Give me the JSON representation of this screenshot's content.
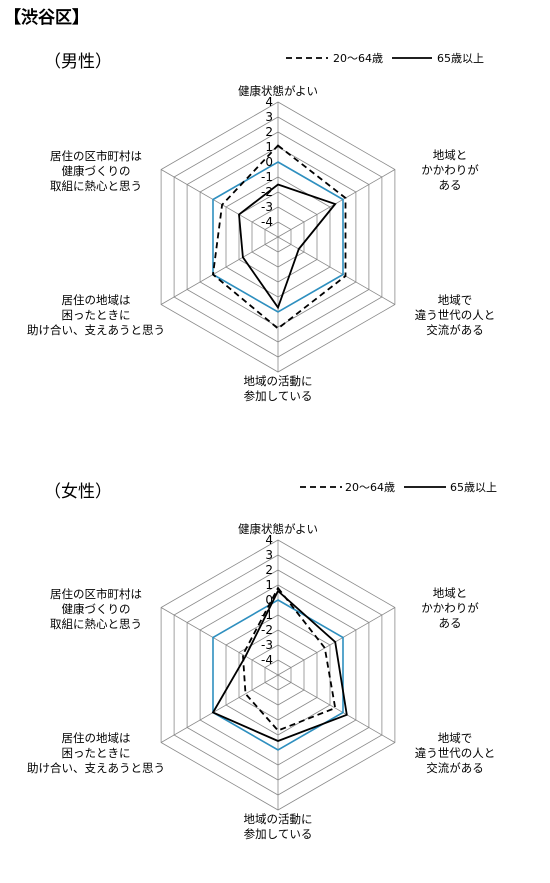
{
  "page_title": "【渋谷区】",
  "chart_data": [
    {
      "type": "radar",
      "title": "（男性）",
      "axes": [
        "健康状態がよい",
        "地域とかかわりがある",
        "地域で違う世代の人と交流がある",
        "地域の活動に参加している",
        "居住の地域は困ったときに助け合い、支えあうと思う",
        "居住の区市町村は健康づくりの取組に熱心と思う"
      ],
      "axis_label_lines": [
        [
          "健康状態がよい"
        ],
        [
          "地域と",
          "かかわりが",
          "ある"
        ],
        [
          "地域で",
          "違う世代の人と",
          "交流がある"
        ],
        [
          "地域の活動に",
          "参加している"
        ],
        [
          "居住の地域は",
          "困ったときに",
          "助け合い、支えあうと思う"
        ],
        [
          "居住の区市町村は",
          "健康づくりの",
          "取組に熱心と思う"
        ]
      ],
      "ticks": [
        "4",
        "3",
        "2",
        "1",
        "0",
        "-1",
        "-2",
        "-3",
        "-4"
      ],
      "range": [
        -5,
        4
      ],
      "reference": {
        "value": 0,
        "color": "#2e8fbf"
      },
      "series": [
        {
          "name": "20〜64歳",
          "style": "dashed",
          "values": [
            1.1,
            0.2,
            0.2,
            1.1,
            0.0,
            -0.7
          ]
        },
        {
          "name": "65歳以上",
          "style": "solid",
          "values": [
            -1.5,
            -0.6,
            -3.4,
            -0.3,
            -2.3,
            -2.0
          ]
        }
      ]
    },
    {
      "type": "radar",
      "title": "（女性）",
      "axes": [
        "健康状態がよい",
        "地域とかかわりがある",
        "地域で違う世代の人と交流がある",
        "地域の活動に参加している",
        "居住の地域は困ったときに助け合い、支えあうと思う",
        "居住の区市町村は健康づくりの取組に熱心と思う"
      ],
      "axis_label_lines": [
        [
          "健康状態がよい"
        ],
        [
          "地域と",
          "かかわりが",
          "ある"
        ],
        [
          "地域で",
          "違う世代の人と",
          "交流がある"
        ],
        [
          "地域の活動に",
          "参加している"
        ],
        [
          "居住の地域は",
          "困ったときに",
          "助け合い、支えあうと思う"
        ],
        [
          "居住の区市町村は",
          "健康づくりの",
          "取組に熱心と思う"
        ]
      ],
      "ticks": [
        "4",
        "3",
        "2",
        "1",
        "0",
        "-1",
        "-2",
        "-3",
        "-4"
      ],
      "range": [
        -5,
        4
      ],
      "reference": {
        "value": 0,
        "color": "#2e8fbf"
      },
      "series": [
        {
          "name": "20〜64歳",
          "style": "dashed",
          "values": [
            0.8,
            -1.4,
            -0.6,
            -1.3,
            -2.5,
            -2.3
          ]
        },
        {
          "name": "65歳以上",
          "style": "solid",
          "values": [
            0.6,
            -0.6,
            0.3,
            -0.6,
            0.0,
            -2.5
          ]
        }
      ]
    }
  ]
}
